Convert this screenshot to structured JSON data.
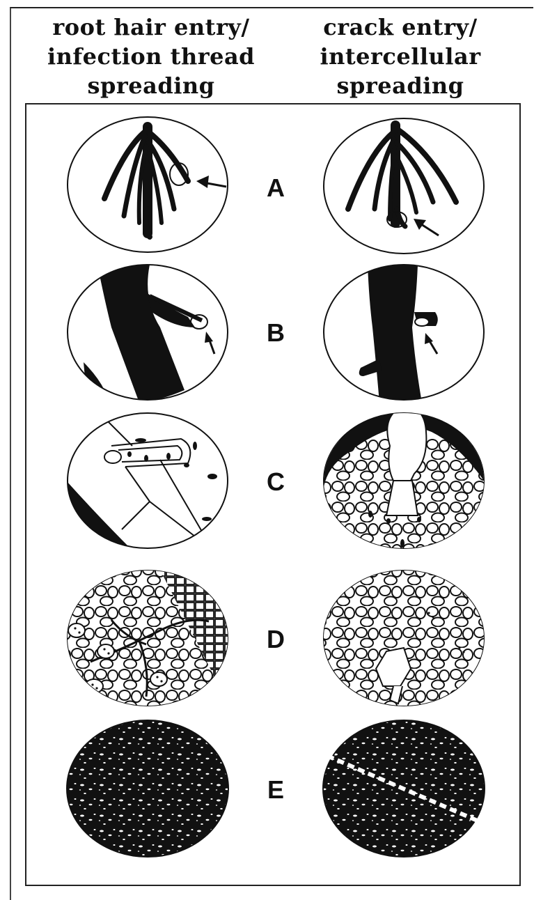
{
  "columns": [
    {
      "lines": [
        "root  hair entry/",
        "infection  thread",
        "spreading"
      ]
    },
    {
      "lines": [
        "crack entry/",
        "intercellular",
        "spreading"
      ]
    }
  ],
  "rows": [
    "A",
    "B",
    "C",
    "D",
    "E"
  ]
}
